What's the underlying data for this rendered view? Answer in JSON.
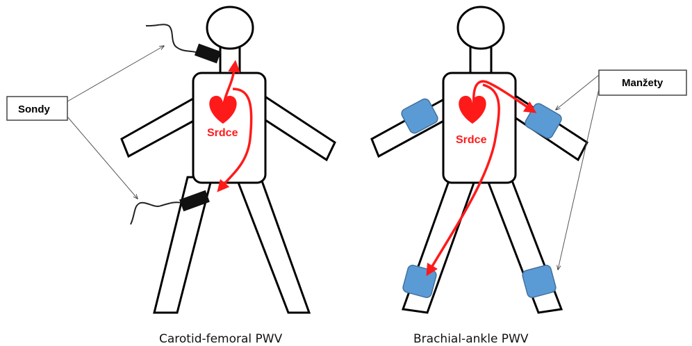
{
  "callouts": {
    "probes_label": "Sondy",
    "cuffs_label": "Manžety"
  },
  "figures": {
    "left": {
      "heart_label": "Srdce",
      "caption": "Carotid-femoral PWV"
    },
    "right": {
      "heart_label": "Srdce",
      "caption": "Brachial-ankle PWV"
    }
  },
  "colors": {
    "outline": "#000000",
    "arrow": "#ff1a1a",
    "heart": "#ff1a1a",
    "cuff": "#5b9bd5",
    "probe": "#111111"
  }
}
